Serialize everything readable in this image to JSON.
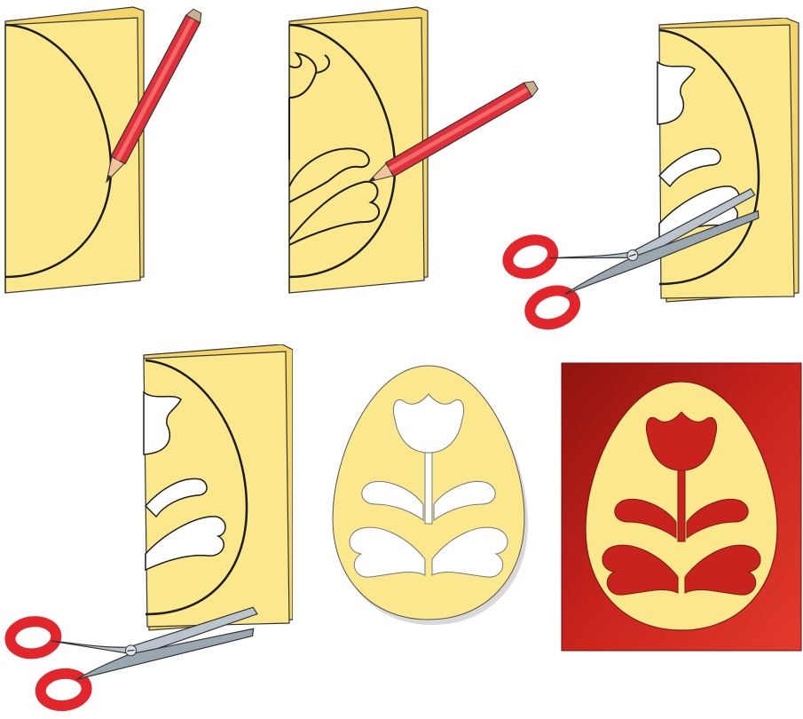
{
  "title": "",
  "steps": [
    {
      "id": "step-1",
      "tools": [
        "pencil-icon"
      ]
    },
    {
      "id": "step-2",
      "tools": [
        "pencil-icon"
      ]
    },
    {
      "id": "step-3",
      "tools": [
        "scissors-icon"
      ]
    },
    {
      "id": "step-4",
      "tools": [
        "scissors-icon"
      ]
    },
    {
      "id": "step-5",
      "tools": []
    },
    {
      "id": "step-6",
      "tools": []
    }
  ],
  "colors": {
    "paper": "#fbe78c",
    "paper_shadow": "#e9cf5c",
    "outline": "#1c1c1c",
    "pencil_body": "#e0303a",
    "pencil_wood": "#f2c49b",
    "scissors_handle": "#e2262c",
    "scissors_blade": "#b9c4cc",
    "card_red": "#c9231d",
    "card_red_dark": "#8f1410"
  }
}
